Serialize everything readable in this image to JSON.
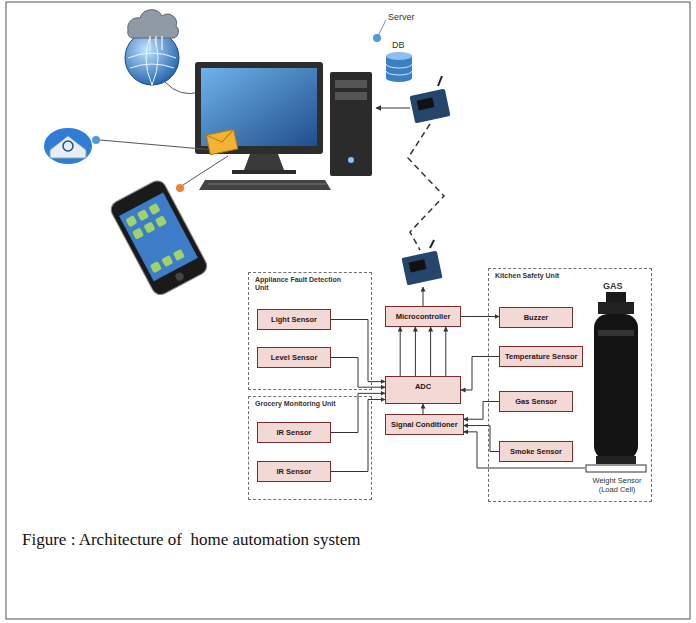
{
  "diagram": {
    "caption": "Figure : Architecture of  home automation system",
    "nodes": [
      {
        "text": [
          "Appliance Fault Detection Unit"
        ]
      },
      {
        "text": [
          "Light Sensor"
        ],
        "in": 0
      },
      {
        "text": [
          "Level Sensor"
        ],
        "in": 0
      },
      {
        "text": [
          "Grocery Monitoring Unit"
        ]
      },
      {
        "text": [
          "IR Sensor"
        ],
        "in": 3
      },
      {
        "text": [
          "IR Sensor"
        ],
        "in": 3
      },
      {
        "text": [
          "Microcontroller"
        ]
      },
      {
        "text": [
          "ADC"
        ]
      },
      {
        "text": [
          "Signal Conditioner"
        ]
      },
      {
        "text": [
          "Kitchen Safety Unit"
        ]
      },
      {
        "text": [
          "Buzzer"
        ],
        "in": 9
      },
      {
        "text": [
          "Temperature Sensor"
        ],
        "in": 9
      },
      {
        "text": [
          "Gas Sensor"
        ],
        "in": 9
      },
      {
        "text": [
          "Smoke Sensor"
        ],
        "in": 9
      }
    ],
    "edges": [
      {
        "from": 1,
        "to": 7,
        "arrow": "to"
      },
      {
        "from": 2,
        "to": 7,
        "arrow": "to"
      },
      {
        "from": 4,
        "to": 7,
        "arrow": "to"
      },
      {
        "from": 5,
        "to": 7,
        "arrow": "to"
      },
      {
        "from": 7,
        "to": 6,
        "arrow": "to"
      },
      {
        "from": 7,
        "to": 6,
        "arrow": "to"
      },
      {
        "from": 7,
        "to": 6,
        "arrow": "to"
      },
      {
        "from": 7,
        "to": 6,
        "arrow": "to"
      },
      {
        "from": 6,
        "to": 10,
        "arrow": "to"
      },
      {
        "from": 11,
        "to": 7,
        "arrow": "to"
      },
      {
        "from": 8,
        "to": 7,
        "arrow": "to"
      },
      {
        "from": 12,
        "to": 8,
        "arrow": "to"
      },
      {
        "from": 13,
        "to": 8,
        "arrow": "to"
      }
    ],
    "labels": [
      "Server",
      "DB",
      "GAS",
      "Weight Sensor (Load Cell)"
    ]
  }
}
